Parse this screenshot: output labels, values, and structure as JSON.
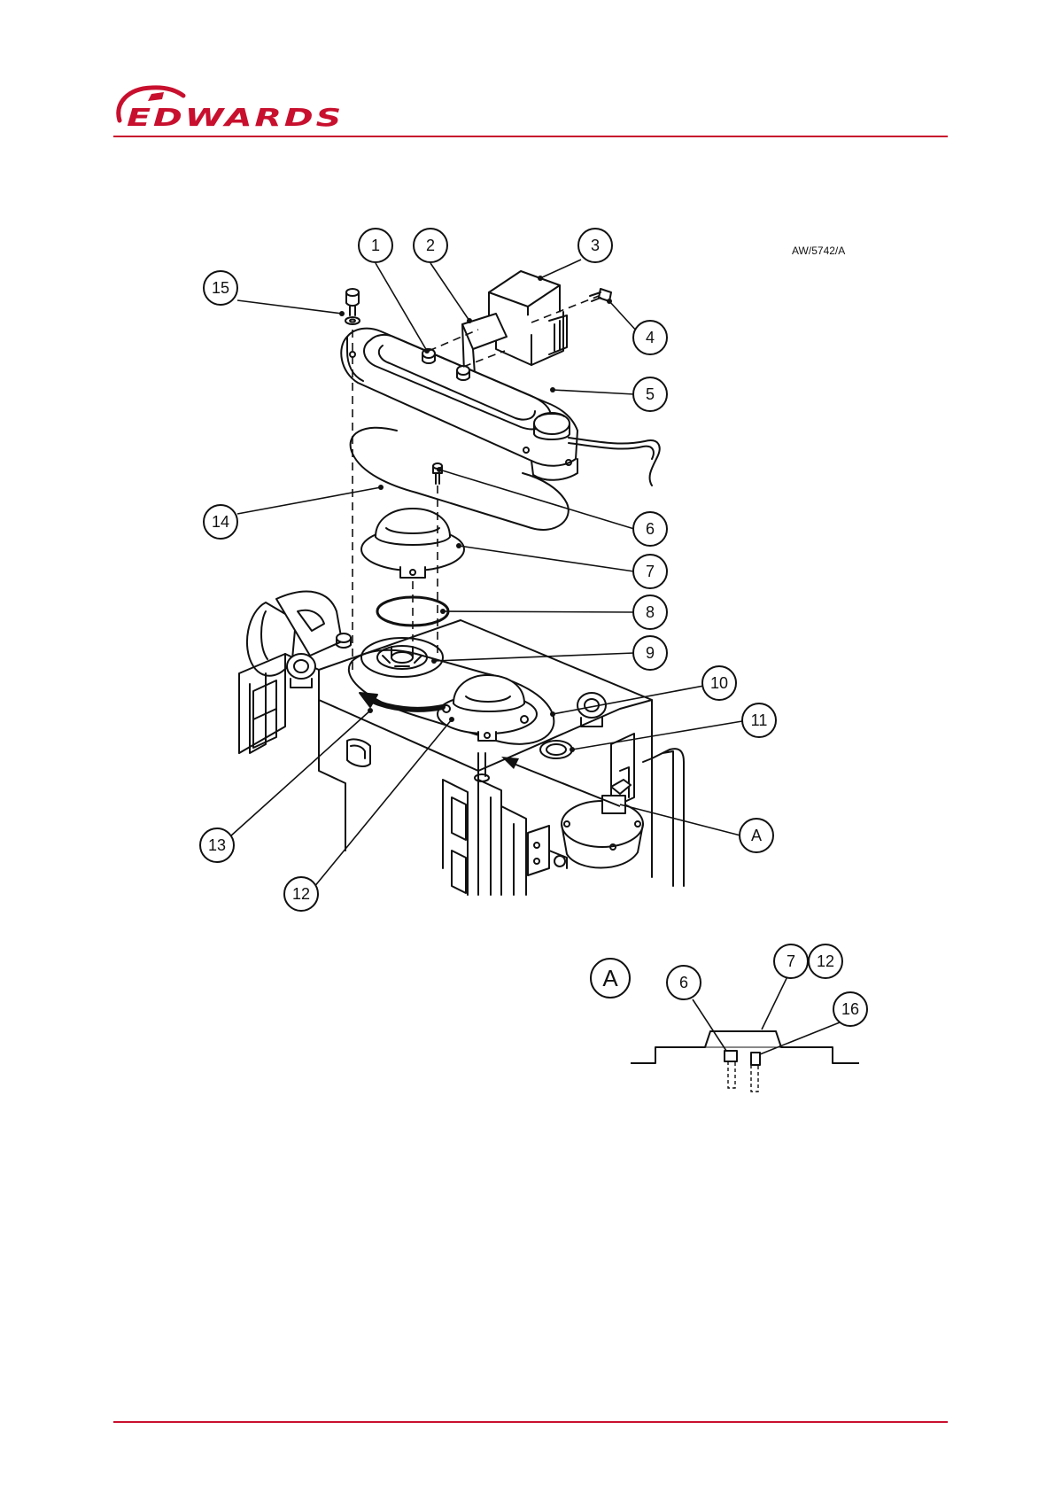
{
  "header": {
    "brand": "EDWARDS",
    "brand_color": "#c8102e"
  },
  "figure": {
    "reference": "AW/5742/A",
    "callouts": [
      "1",
      "2",
      "3",
      "4",
      "5",
      "6",
      "7",
      "8",
      "9",
      "10",
      "11",
      "12",
      "13",
      "14",
      "15"
    ],
    "detail_label": "A",
    "detail_callouts": [
      "6",
      "7",
      "12",
      "16"
    ]
  },
  "colors": {
    "rule": "#c8102e",
    "line": "#111111"
  }
}
